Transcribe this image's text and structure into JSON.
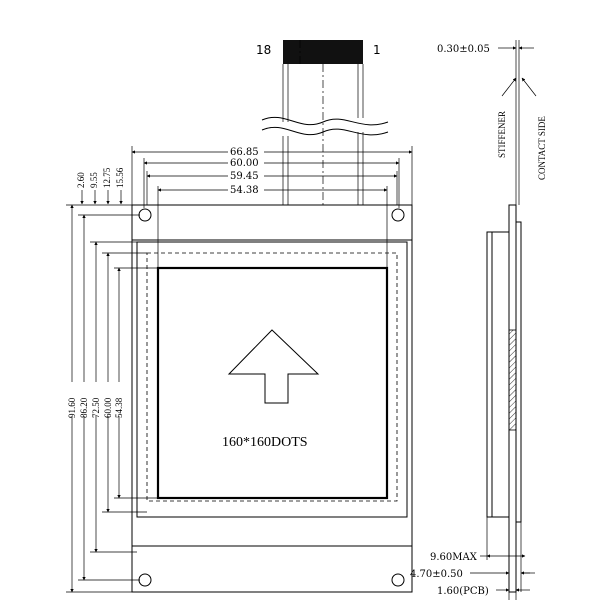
{
  "connector": {
    "pin_left": "18",
    "pin_right": "1"
  },
  "display": {
    "resolution": "160*160DOTS"
  },
  "dims": {
    "horizontal": [
      "66.85",
      "60.00",
      "59.45",
      "54.38"
    ],
    "top_small": [
      "2.60",
      "9.55",
      "12.75",
      "15.56"
    ],
    "vertical": [
      "91.60",
      "86.20",
      "72.50",
      "60.00",
      "54.38"
    ]
  },
  "side_view": {
    "fpc_thickness": "0.30±0.05",
    "stiffener": "STIFFENER",
    "contact_side": "CONTACT SIDE",
    "max_thickness": "9.60MAX",
    "module_thickness": "4.70±0.50",
    "pcb_thickness": "1.60(PCB)"
  }
}
